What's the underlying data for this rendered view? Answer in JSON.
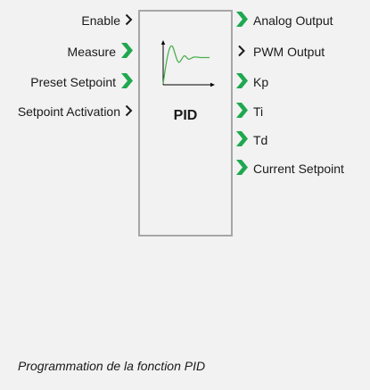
{
  "block": {
    "title": "PID"
  },
  "inputs": [
    {
      "label": "Enable",
      "style": "plain"
    },
    {
      "label": "Measure",
      "style": "green"
    },
    {
      "label": "Preset Setpoint",
      "style": "green"
    },
    {
      "label": "Setpoint Activation",
      "style": "plain"
    }
  ],
  "outputs": [
    {
      "label": "Analog Output",
      "style": "green"
    },
    {
      "label": "PWM Output",
      "style": "plain"
    },
    {
      "label": "Kp",
      "style": "green"
    },
    {
      "label": "Ti",
      "style": "green"
    },
    {
      "label": "Td",
      "style": "green"
    },
    {
      "label": "Current Setpoint",
      "style": "green"
    }
  ],
  "caption": "Programmation de la fonction PID",
  "colors": {
    "green_arrow": "#1fa84f",
    "plain_arrow": "#1a1a1a",
    "block_border": "#a6a6a6",
    "response_curve": "#4caf50"
  }
}
